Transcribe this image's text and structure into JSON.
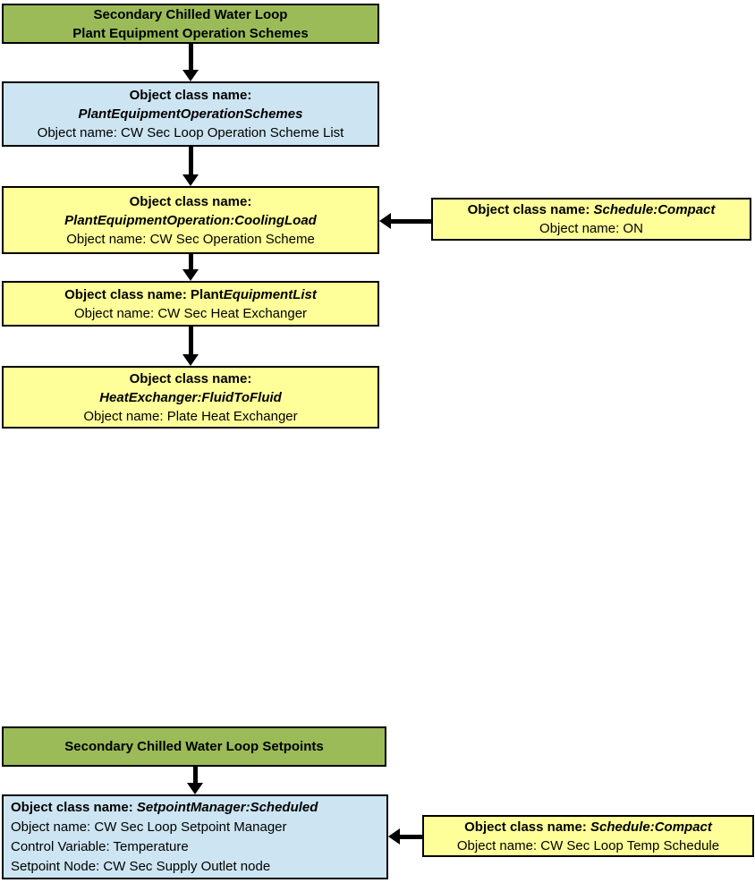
{
  "colors": {
    "green": "#9BBB59",
    "blue": "#CDE5F2",
    "yellow": "#FFFF99",
    "line": "#000000",
    "text": "#000000",
    "background": "#FFFFFF"
  },
  "flowchart1": {
    "header": {
      "line1": "Secondary Chilled Water Loop",
      "line2": "Plant Equipment Operation Schemes"
    },
    "operation_schemes_box": {
      "label": "Object class name:",
      "class_name": "PlantEquipmentOperationSchemes",
      "object_name": "Object name: CW Sec Loop Operation Scheme List"
    },
    "cooling_load_box": {
      "label": "Object class name:",
      "class_name": "PlantEquipmentOperation:CoolingLoad",
      "object_name": "Object name: CW Sec Operation Scheme"
    },
    "on_schedule_box": {
      "label": "Object class name: ",
      "class_name": "Schedule:Compact",
      "object_name": "Object name: ON"
    },
    "equipment_list_box": {
      "label": "Object class name: Plant",
      "class_name": "EquipmentList",
      "object_name": "Object name: CW Sec Heat Exchanger"
    },
    "heat_exchanger_box": {
      "label": "Object class name:",
      "class_name": "HeatExchanger:FluidToFluid",
      "object_name": "Object name: Plate Heat Exchanger"
    }
  },
  "flowchart2": {
    "header": {
      "line1": "Secondary Chilled Water Loop Setpoints"
    },
    "setpoint_manager_box": {
      "label": "Object class name: ",
      "class_name": "SetpointManager:Scheduled",
      "object_name": "Object name: CW Sec Loop Setpoint Manager",
      "control_variable": "Control Variable: Temperature",
      "setpoint_node": "Setpoint Node: CW Sec Supply Outlet node"
    },
    "temp_schedule_box": {
      "label": "Object class name: ",
      "class_name": "Schedule:Compact",
      "object_name": "Object name: CW Sec Loop Temp Schedule"
    }
  }
}
